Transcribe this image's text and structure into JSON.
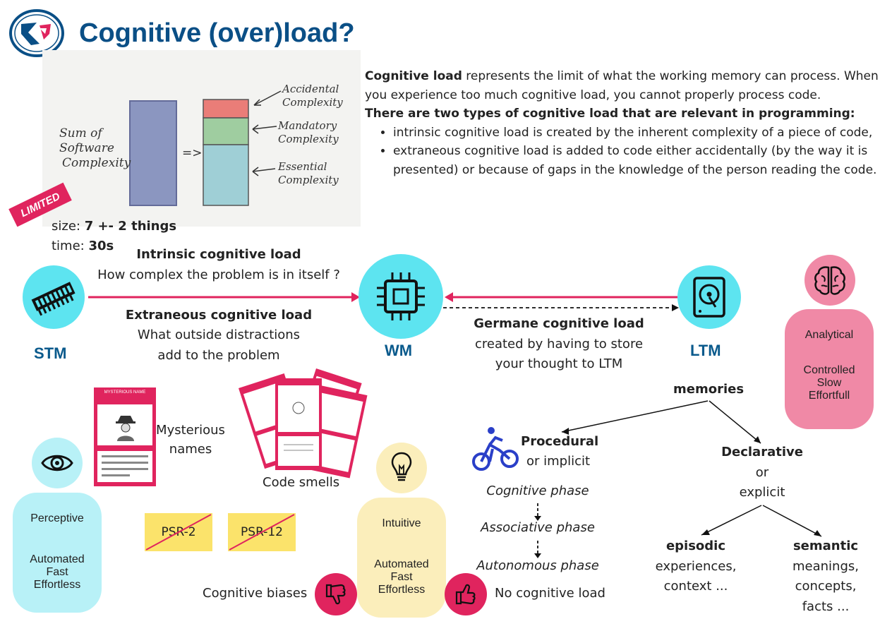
{
  "title": "Cognitive (over)load?",
  "sketch": {
    "sum_label": [
      "Sum of",
      "Software",
      "Complexity"
    ],
    "arrow": "=>",
    "accidental": [
      "Accidental",
      "Complexity"
    ],
    "mandatory": [
      "Mandatory",
      "Complexity"
    ],
    "essential": [
      "Essential",
      "Complexity"
    ]
  },
  "intro": {
    "bold1": "Cognitive load",
    "text1": " represents the limit of what the working memory can process. When you experience too much cognitive load, you cannot properly process code.",
    "bold2": "There are two types of cognitive load that are relevant in programming:",
    "bullets": [
      "intrinsic cognitive load is created by the inherent complexity of a piece of code,",
      "extraneous cognitive load is added to code either accidentally (by the way it is presented) or because of gaps in the knowledge of the person reading  the code."
    ]
  },
  "limited": {
    "badge": "LIMITED",
    "size_label": "size: ",
    "size_value": "7 +- 2 things",
    "time_label": "time: ",
    "time_value": "30s"
  },
  "intrinsic": {
    "title": "Intrinsic cognitive load",
    "desc": "How complex the problem is in itself ?"
  },
  "extraneous": {
    "title": "Extraneous cognitive load",
    "line1": "What outside distractions",
    "line2": "add to the problem"
  },
  "germane": {
    "title": "Germane cognitive load",
    "line1": "created by having to store",
    "line2": "your thought to LTM"
  },
  "nodes": {
    "stm": "STM",
    "wm": "WM",
    "ltm": "LTM"
  },
  "cards": {
    "mysterious_header": "MYSTERIOUS NAME",
    "mysterious": [
      "Mysterious",
      "names"
    ],
    "code_smells": "Code smells"
  },
  "stickies": [
    "PSR-2",
    "PSR-12"
  ],
  "systems": {
    "perceptive": {
      "title": "Perceptive",
      "l1": "Automated",
      "l2": "Fast",
      "l3": "Effortless"
    },
    "intuitive": {
      "title": "Intuitive",
      "l1": "Automated",
      "l2": "Fast",
      "l3": "Effortless"
    },
    "analytical": {
      "title": "Analytical",
      "l1": "Controlled",
      "l2": "Slow",
      "l3": "Effortfull"
    }
  },
  "biases": "Cognitive biases",
  "no_load": "No cognitive load",
  "memories": {
    "root": "memories",
    "procedural": "Procedural",
    "procedural_sub": "or implicit",
    "declarative": "Declarative",
    "declarative_or": "or",
    "declarative_sub": "explicit",
    "phases": [
      "Cognitive phase",
      "Associative phase",
      "Autonomous phase"
    ],
    "episodic": "episodic",
    "episodic_l1": "experiences,",
    "episodic_l2": "context ...",
    "semantic": "semantic",
    "semantic_l1": "meanings,",
    "semantic_l2": "concepts,",
    "semantic_l3": "facts ..."
  },
  "colors": {
    "title_blue": "#0a4f86",
    "pink": "#e0245e",
    "cyan": "#5de4f0",
    "light_cyan": "#b8f1f7",
    "cream": "#fbeebb",
    "rose": "#f089a6",
    "sticky": "#fbe36b"
  }
}
